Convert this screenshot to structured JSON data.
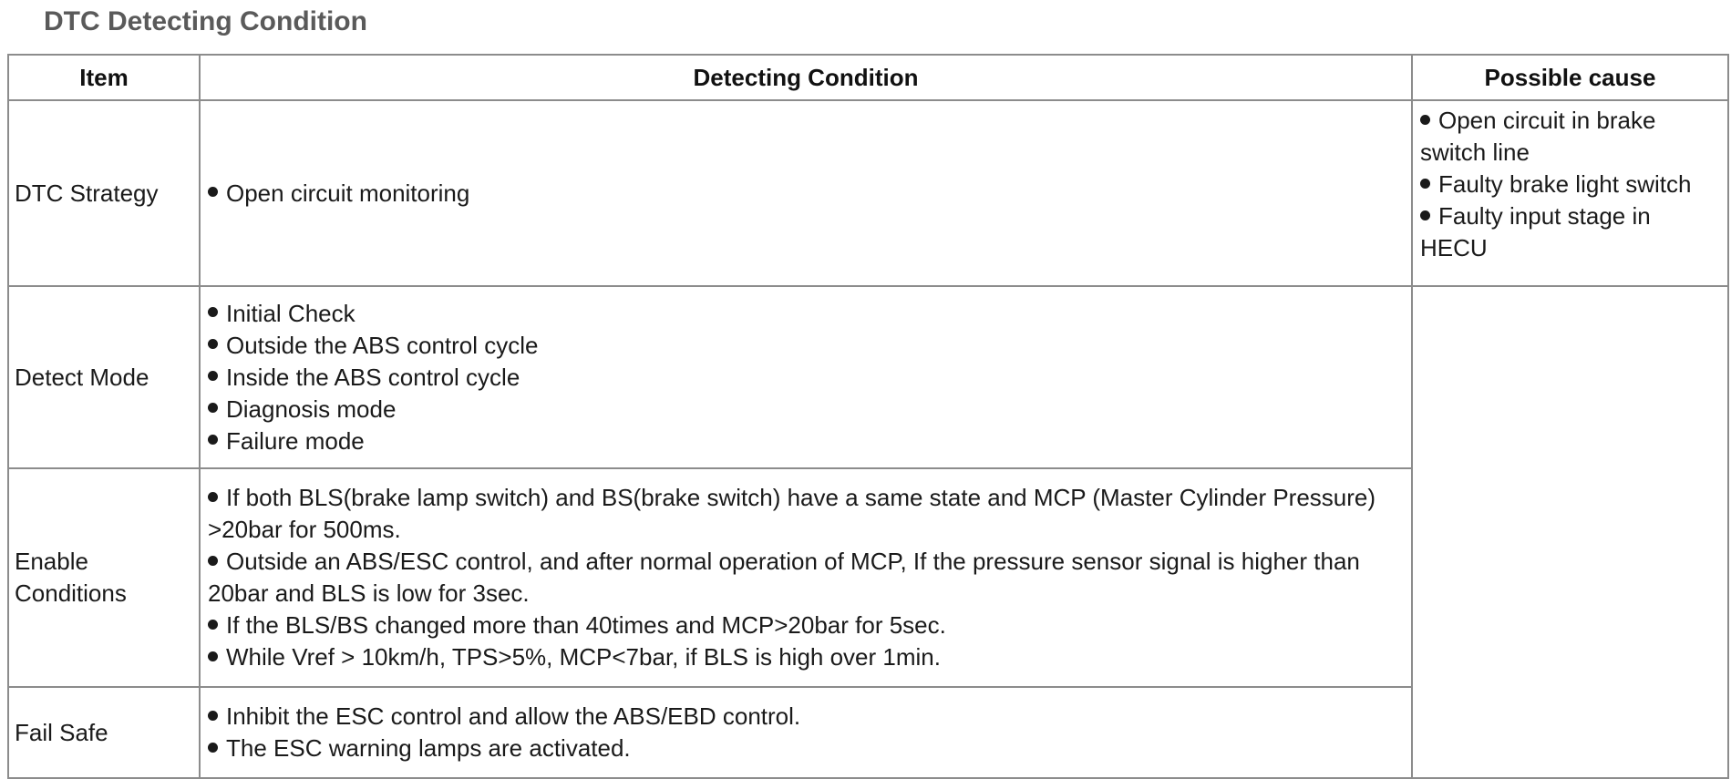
{
  "title": "DTC Detecting Condition",
  "table": {
    "headers": {
      "item": "Item",
      "condition": "Detecting Condition",
      "cause": "Possible cause"
    },
    "rows": [
      {
        "item": "DTC Strategy",
        "conditions": [
          "Open circuit monitoring"
        ]
      },
      {
        "item": "Detect Mode",
        "conditions": [
          "Initial Check",
          "Outside the ABS control cycle",
          "Inside the ABS control cycle",
          "Diagnosis mode",
          "Failure mode"
        ]
      },
      {
        "item": "Enable Conditions",
        "conditions": [
          "If both BLS(brake lamp switch) and BS(brake switch) have a same state and MCP (Master Cylinder Pressure) >20bar for 500ms.",
          "Outside an ABS/ESC control, and after normal operation of MCP, If the pressure sensor signal is higher than 20bar and BLS is low for 3sec.",
          "If the BLS/BS changed more than 40times and MCP>20bar for 5sec.",
          "While Vref > 10km/h, TPS>5%, MCP<7bar, if BLS is high over 1min."
        ]
      },
      {
        "item": "Fail Safe",
        "conditions": [
          "Inhibit the ESC control and allow the ABS/EBD control.",
          "The ESC warning lamps are activated."
        ]
      }
    ],
    "possible_causes": [
      "Open circuit in brake switch line",
      "Faulty brake light switch",
      "Faulty input stage in HECU"
    ]
  }
}
